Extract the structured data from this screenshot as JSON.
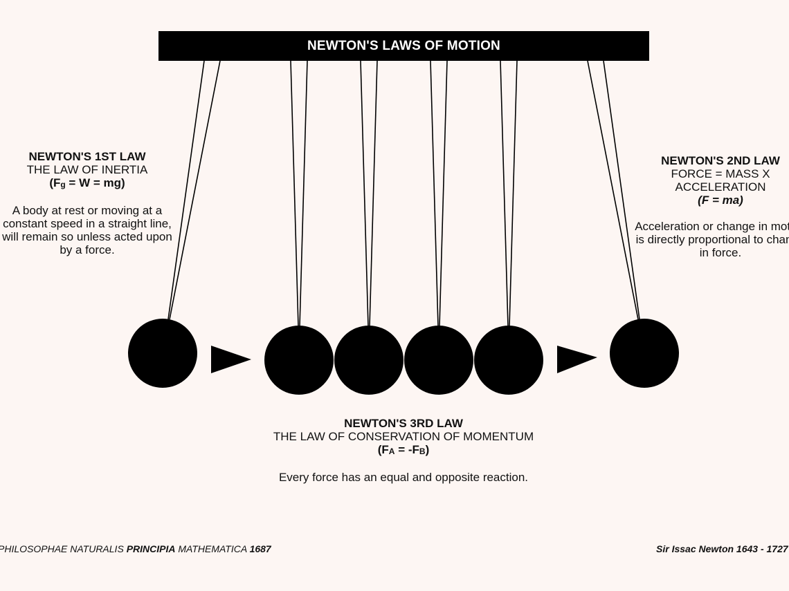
{
  "header": {
    "title": "NEWTON'S LAWS OF MOTION"
  },
  "law1": {
    "heading": "NEWTON'S 1ST LAW",
    "subtitle": "THE LAW OF INERTIA",
    "formula_prefix": "(F",
    "formula_sub": "g",
    "formula_suffix": " = W = mg)",
    "description": "A body at rest or moving at a constant speed in a straight line, will remain so unless acted upon by a force."
  },
  "law2": {
    "heading": "NEWTON'S 2ND LAW",
    "subtitle": "FORCE = MASS X ACCELERATION",
    "formula": "(F = ma)",
    "description": "Acceleration or change in motion is directly proportional to change in force."
  },
  "law3": {
    "heading": "NEWTON'S 3RD LAW",
    "subtitle": "THE LAW OF CONSERVATION OF MOMENTUM",
    "formula_prefix": "(F",
    "formula_sub_a": "A",
    "formula_mid": " = -F",
    "formula_sub_b": "B",
    "formula_suffix": ")",
    "description": "Every force has an equal and opposite reaction."
  },
  "footer": {
    "left_part1": "PHILOSOPHAE NATURALIS ",
    "left_part2": "PRINCIPIA",
    "left_part3": " MATHEMATICA ",
    "left_part4": "1687",
    "right": "Sir Issac Newton 1643 - 1727"
  },
  "colors": {
    "background": "#fdf6f3",
    "ink": "#000000"
  }
}
